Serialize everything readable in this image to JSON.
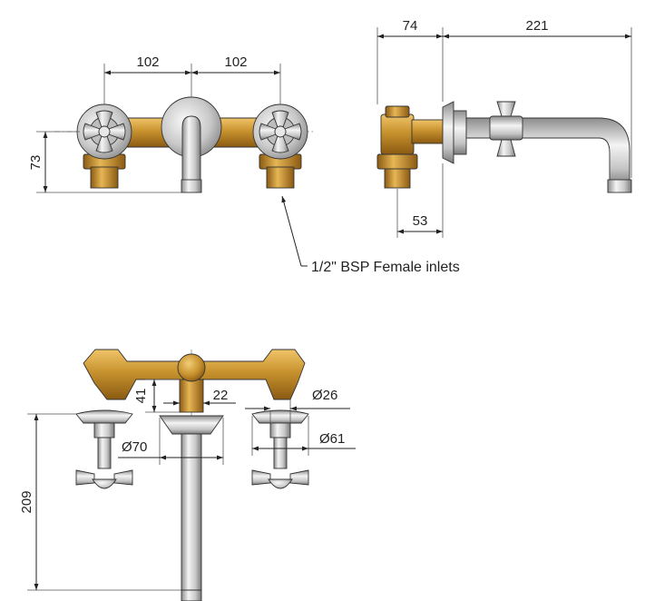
{
  "dimensions": {
    "front_spacing_left": "102",
    "front_spacing_right": "102",
    "front_height": "73",
    "side_wall_depth": "74",
    "side_spout_reach": "221",
    "side_inlet_offset": "53",
    "top_body_height": "41",
    "top_outlet_dia": "22",
    "top_flange_dia_small": "Ø26",
    "top_flange_dia_large": "Ø61",
    "top_cover_dia": "Ø70",
    "top_total_depth": "209"
  },
  "annotations": {
    "inlet_note": "1/2\" BSP Female inlets"
  },
  "colors": {
    "brass": "#c8922e",
    "brass_dark": "#8a5a12",
    "chrome": "#d4d4d4",
    "chrome_dark": "#8d8d8d"
  }
}
